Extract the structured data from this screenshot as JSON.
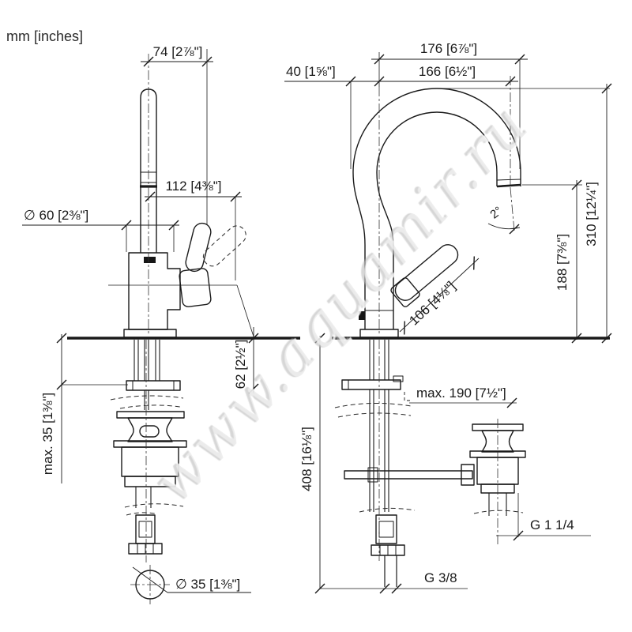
{
  "units_label": "mm [inches]",
  "watermark_text": "www.aquamir.ru",
  "colors": {
    "line": "#1a1a1a",
    "watermark": "#cdcdcd",
    "background": "#ffffff"
  },
  "left_view": {
    "top_width": "74 [2⅞\"]",
    "spout_height": "112 [4⅜\"]",
    "base_diameter": "∅ 60 [2⅜\"]",
    "deck_to_spout": "62 [2½\"]",
    "max_mounting_thickness": "max. 35 [1⅜\"]",
    "drain_hole_diameter": "∅ 35 [1⅜\"]"
  },
  "right_view": {
    "reach_overall": "176 [6⅞\"]",
    "reach_to_outlet": "166 [6½\"]",
    "centre_offset": "40 [1⅝\"]",
    "outlet_angle": "2°",
    "total_height": "310 [12¼\"]",
    "deck_to_outlet": "188 [7⅜\"]",
    "handle_length": "106 [4⅛\"]",
    "max_popup_rod": "max. 190 [7½\"]",
    "below_deck_length": "408 [16⅛\"]",
    "drain_thread": "G 1 1/4",
    "supply_thread": "G 3/8"
  }
}
